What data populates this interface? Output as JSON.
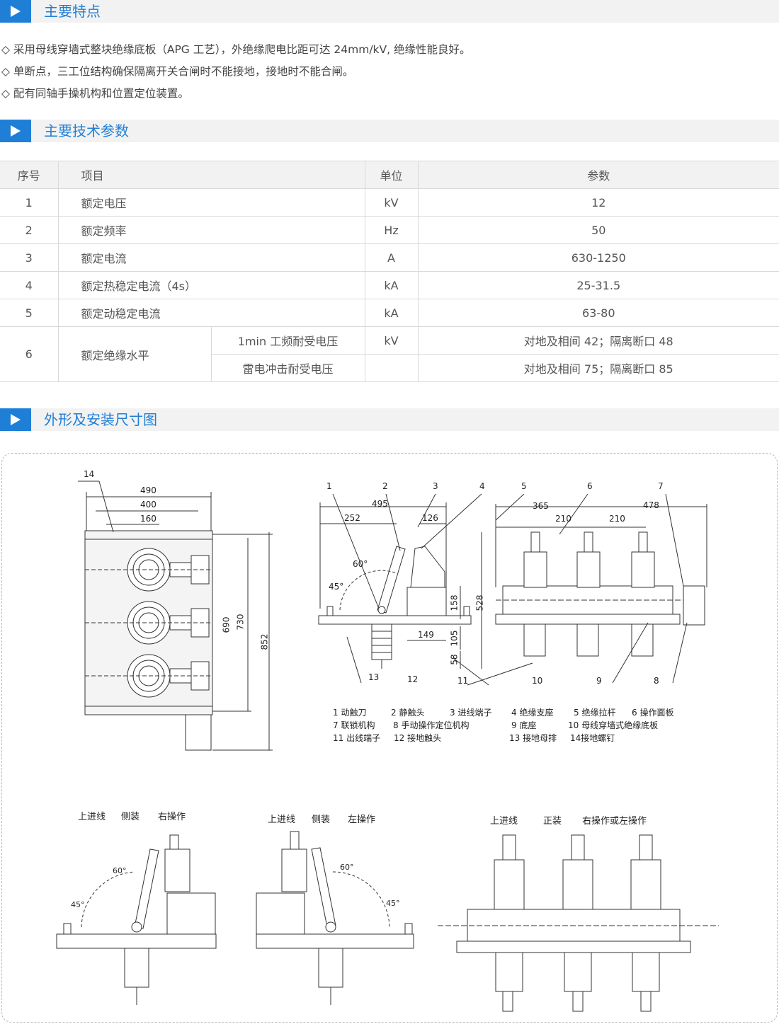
{
  "sections": {
    "features_title": "主要特点",
    "params_title": "主要技术参数",
    "drawing_title": "外形及安装尺寸图"
  },
  "features": [
    "◇ 采用母线穿墙式整块绝缘底板（APG 工艺），外绝缘爬电比距可达 24mm/kV, 绝缘性能良好。",
    "◇ 单断点，三工位结构确保隔离开关合闸时不能接地，接地时不能合闸。",
    "◇ 配有同轴手操机构和位置定位装置。"
  ],
  "table": {
    "headers": [
      "序号",
      "项目",
      "单位",
      "参数"
    ],
    "rows": [
      {
        "no": "1",
        "item": "额定电压",
        "unit": "kV",
        "value": "12"
      },
      {
        "no": "2",
        "item": "额定频率",
        "unit": "Hz",
        "value": "50"
      },
      {
        "no": "3",
        "item": "额定电流",
        "unit": "A",
        "value": "630-1250"
      },
      {
        "no": "4",
        "item": "额定热稳定电流（4s）",
        "unit": "kA",
        "value": "25-31.5"
      },
      {
        "no": "5",
        "item": "额定动稳定电流",
        "unit": "kA",
        "value": "63-80"
      }
    ],
    "row6": {
      "no": "6",
      "item": "额定绝缘水平",
      "sub1": "1min 工频耐受电压",
      "unit1": "kV",
      "value1": "对地及相间 42；隔离断口 48",
      "sub2": "雷电冲击耐受电压",
      "unit2": "",
      "value2": "对地及相间 75；隔离断口 85"
    }
  },
  "drawing": {
    "dims_front": {
      "d490": "490",
      "d400": "400",
      "d160": "160",
      "d690": "690",
      "d730": "730",
      "d852": "852",
      "n14": "14"
    },
    "dims_side": {
      "d495": "495",
      "d252": "252",
      "d126": "126",
      "d158": "158",
      "d149": "149",
      "d105": "105",
      "d58": "58",
      "d528": "528",
      "a60": "60°",
      "a45": "45°"
    },
    "dims_right": {
      "d365": "365",
      "d210a": "210",
      "d210b": "210",
      "d478": "478"
    },
    "callouts": [
      "1",
      "2",
      "3",
      "4",
      "5",
      "6",
      "7",
      "8",
      "9",
      "10",
      "11",
      "12",
      "13"
    ],
    "legend": [
      [
        "1 动触刀",
        "2 静触头",
        "3 进线端子",
        "4 绝缘支座",
        "5  绝缘拉杆",
        "6 操作面板"
      ],
      [
        "7 联锁机构",
        "8 手动操作定位机构",
        "9  底座",
        "10 母线穿墙式绝缘底板"
      ],
      [
        "11  出线端子",
        "12  接地触头",
        "13  接地母排",
        "14接地螺钉"
      ]
    ],
    "install": [
      {
        "a": "上进线",
        "b": "侧装",
        "c": "右操作"
      },
      {
        "a": "上进线",
        "b": "侧装",
        "c": "左操作"
      },
      {
        "a": "上进线",
        "b": "正装",
        "c": "右操作或左操作"
      }
    ],
    "angles": {
      "a60": "60°",
      "a45": "45°"
    }
  }
}
